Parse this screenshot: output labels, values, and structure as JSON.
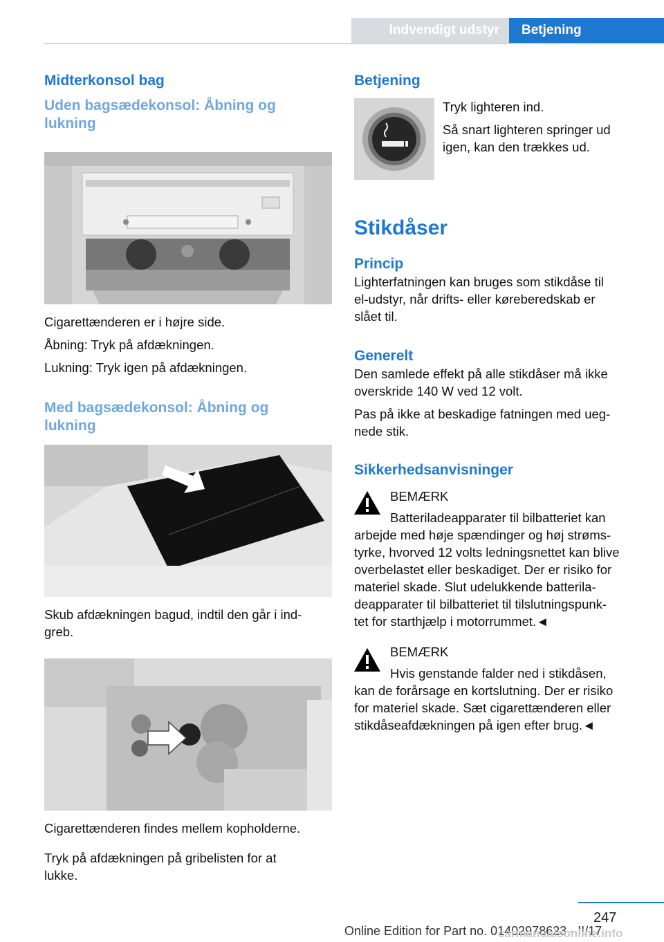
{
  "header": {
    "tab_inactive": "Indvendigt udstyr",
    "tab_active": "Betjening"
  },
  "left": {
    "section_title": "Midterkonsol bag",
    "sub1_line1": "Uden bagsædekonsol: Åbning og",
    "sub1_line2": "lukning",
    "para1": "Cigarettænderen er i højre side.",
    "para2": "Åbning: Tryk på afdækningen.",
    "para3": "Lukning: Tryk igen på afdækningen.",
    "sub2_line1": "Med bagsædekonsol: Åbning og",
    "sub2_line2": "lukning",
    "para4_line1": "Skub afdækningen bagud, indtil den går i ind-",
    "para4_line2": "greb.",
    "para5": "Cigarettænderen findes mellem kopholderne.",
    "para6_line1": "Tryk på afdækningen på gribelisten for at",
    "para6_line2": "lukke."
  },
  "right": {
    "betjening_title": "Betjening",
    "betjening_p1": "Tryk lighteren ind.",
    "betjening_p2_line1": "Så snart lighteren springer ud",
    "betjening_p2_line2": "igen, kan den trækkes ud.",
    "stik_title": "Stikdåser",
    "princip_title": "Princip",
    "princip_l1": "Lighterfatningen kan bruges som stikdåse til",
    "princip_l2": "el-udstyr, når drifts- eller køreberedskab er",
    "princip_l3": "slået til.",
    "generelt_title": "Generelt",
    "generelt_l1": "Den samlede effekt på alle stikdåser må ikke",
    "generelt_l2": "overskride 140 W ved 12 volt.",
    "generelt_l3": "Pas på ikke at beskadige fatningen med ueg-",
    "generelt_l4": "nede stik.",
    "sikker_title": "Sikkerhedsanvisninger",
    "warn1_label": "BEMÆRK",
    "warn1_l1": "Batteriladeapparater til bilbatteriet kan",
    "warn1_l2": "arbejde med høje spændinger og høj strøms-",
    "warn1_l3": "tyrke, hvorved 12 volts ledningsnettet kan blive",
    "warn1_l4": "overbelastet eller beskadiget. Der er risiko for",
    "warn1_l5": "materiel skade. Slut udelukkende batterila-",
    "warn1_l6": "deapparater til bilbatteriet til tilslutningspunk-",
    "warn1_l7": "tet for starthjælp i motorrummet.◄",
    "warn2_label": "BEMÆRK",
    "warn2_l1": "Hvis genstande falder ned i stikdåsen,",
    "warn2_l2": "kan de forårsage en kortslutning. Der er risiko",
    "warn2_l3": "for materiel skade. Sæt cigarettænderen eller",
    "warn2_l4": "stikdåseafdækningen på igen efter brug.◄"
  },
  "footer": {
    "page_number": "247",
    "edition": "Online Edition for Part no. 01402978623 - II/17",
    "watermark": "carmanualsonline.info"
  }
}
